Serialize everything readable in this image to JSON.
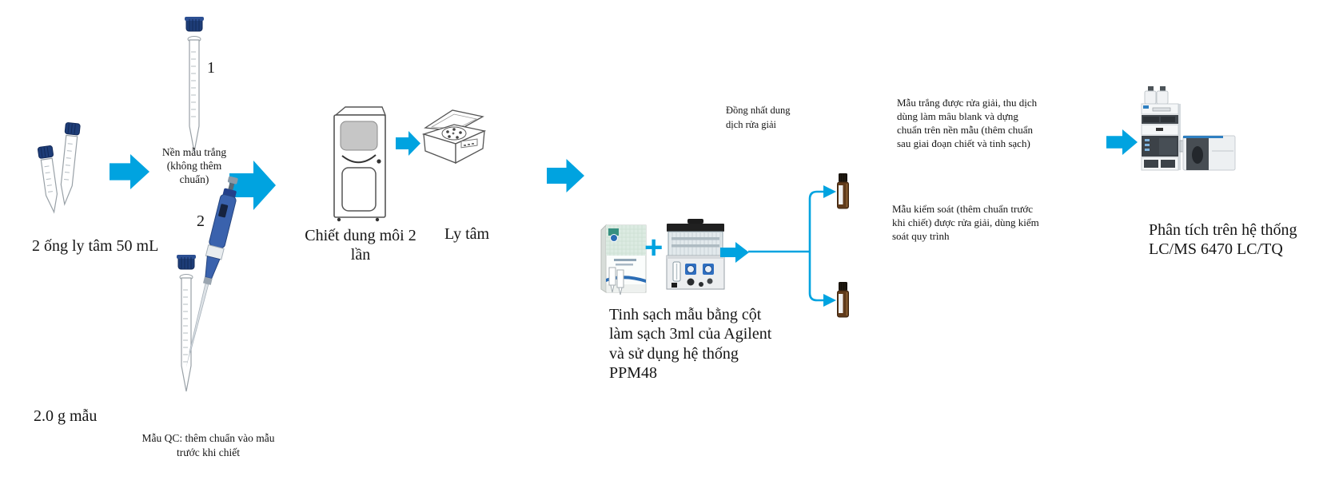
{
  "colors": {
    "arrow_blue": "#00A3E0",
    "cap_navy": "#1e3d78",
    "pipette_blue": "#3a62ad",
    "vial_amber": "#5f3a1a",
    "agilent_blue": "#2b6db5"
  },
  "flow": {
    "tubes_label": "2 ống ly tâm 50 mL",
    "tube1_number": "1",
    "tube1_note": "Nền mẫu trắng (không thêm chuẩn)",
    "tube2_number": "2",
    "sample_mass_label": "2.0 g mẫu",
    "qc_spike_note": "Mẫu QC: thêm chuẩn vào mẫu trước khi chiết",
    "extraction_label": "Chiết dung môi 2 lần",
    "centrifuge_label": "Ly tâm",
    "plus_sign": "+",
    "cleanup_label": "Tinh sạch mẫu bằng cột làm sạch 3ml của Agilent và sử dụng hệ thống PPM48",
    "homogenize_note": "Đồng nhất dung dịch rửa giải",
    "blank_eluate_note": "Mẫu trắng được rửa giải, thu dịch dùng làm mâu blank và dựng chuẩn trên nền mẫu (thêm chuẩn sau giai đoạn chiết và tinh sạch)",
    "control_eluate_note": "Mẫu kiểm soát (thêm chuẩn trước khi chiết) được rửa giải, dùng kiểm soát quy trình",
    "analysis_label": "Phân tích trên hệ thống LC/MS 6470 LC/TQ"
  }
}
